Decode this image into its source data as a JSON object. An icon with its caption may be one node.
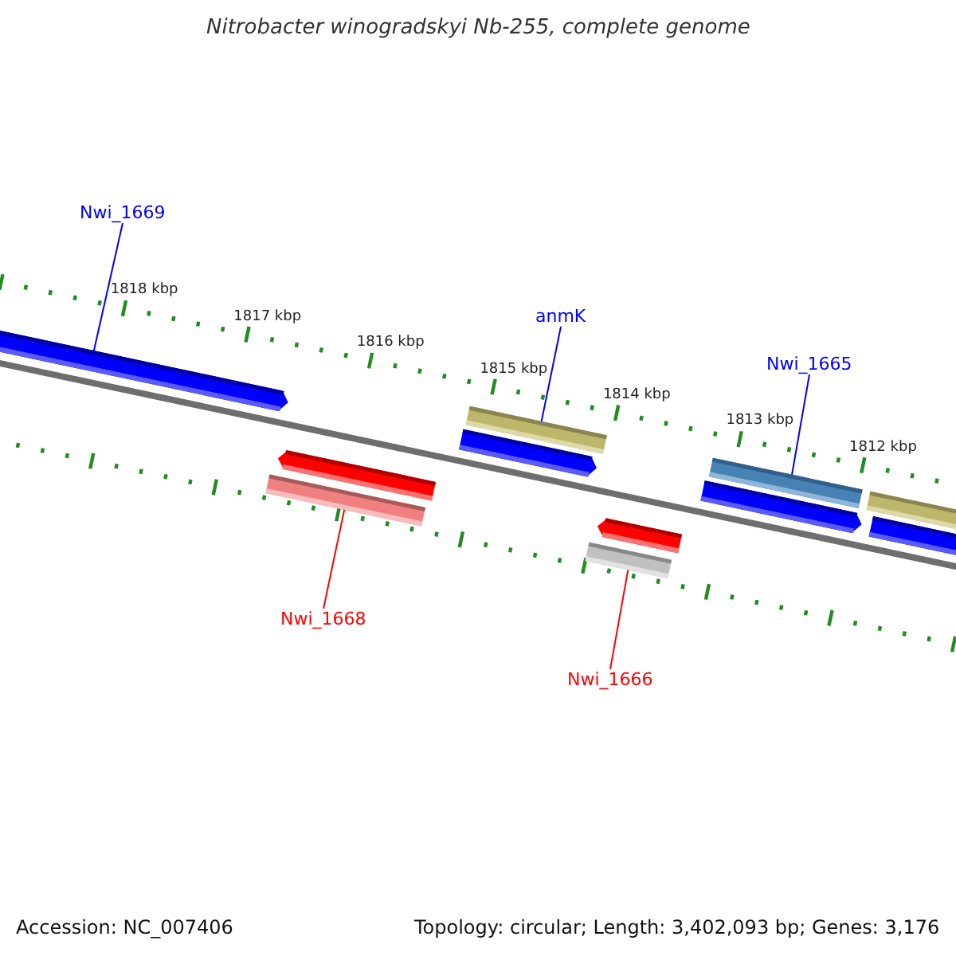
{
  "diagram": {
    "title": "Nitrobacter winogradskyi Nb-255, complete genome",
    "nodes": [
      {
        "text": [
          "Nwi_1669"
        ]
      },
      {
        "text": [
          "anmK"
        ]
      },
      {
        "text": [
          "Nwi_1665"
        ]
      },
      {
        "text": [
          "Nwi_1668"
        ]
      },
      {
        "text": [
          "Nwi_1666"
        ]
      },
      {
        "text": [],
        "shape": "bar"
      },
      {
        "text": [],
        "shape": "bar"
      },
      {
        "text": [],
        "shape": "bar"
      },
      {
        "text": [],
        "shape": "bar"
      },
      {
        "text": [],
        "shape": "bar"
      }
    ],
    "edges": [
      {
        "from": 0,
        "to": 5,
        "arrow": "none"
      },
      {
        "from": 1,
        "to": 7,
        "arrow": "none"
      },
      {
        "from": 2,
        "to": 9,
        "arrow": "none"
      },
      {
        "from": 3,
        "to": 6,
        "arrow": "none",
        "color": "#ff0000"
      },
      {
        "from": 4,
        "to": 8,
        "arrow": "none",
        "color": "#ff0000"
      }
    ],
    "labels": [
      "1818 kbp",
      "1817 kbp",
      "1816 kbp",
      "1815 kbp",
      "1814 kbp",
      "1813 kbp",
      "1812 kbp",
      "Accession: NC_007406",
      "Topology: circular; Length: 3,402,093 bp; Genes: 3,176"
    ]
  }
}
